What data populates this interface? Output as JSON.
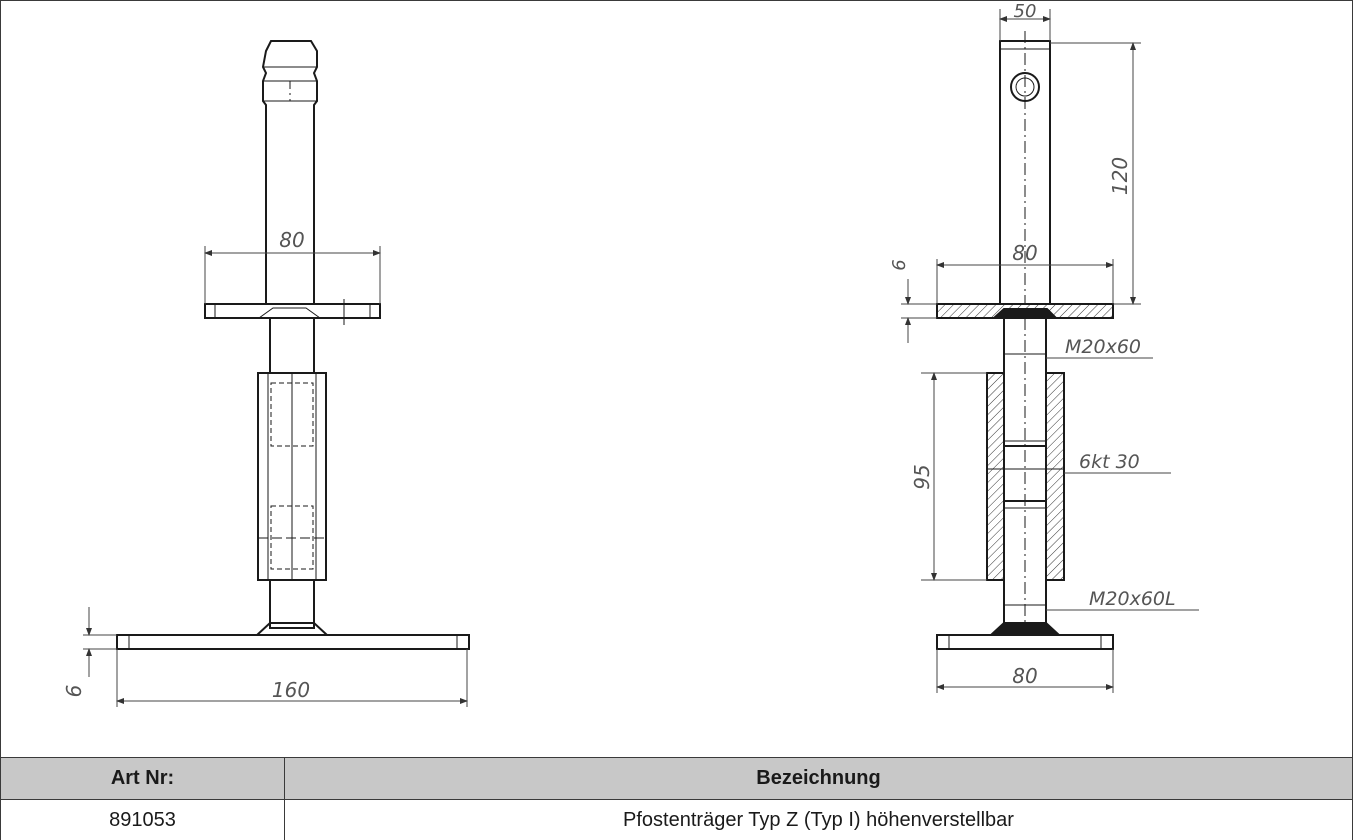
{
  "drawing": {
    "front_view": {
      "dim_plate_top": "80",
      "dim_base_width": "160",
      "dim_base_thickness": "6"
    },
    "side_view": {
      "dim_top_width": "50",
      "dim_height": "120",
      "dim_plate_top": "80",
      "dim_plate_thickness": "6",
      "label_bolt_top": "M20x60",
      "label_hex": "6kt 30",
      "dim_nut_height": "95",
      "label_bolt_bottom": "M20x60L",
      "dim_base_width": "80"
    }
  },
  "table": {
    "headers": {
      "art_nr": "Art Nr:",
      "bezeichnung": "Bezeichnung"
    },
    "row": {
      "art_nr": "891053",
      "bezeichnung": "Pfostenträger Typ Z (Typ I) höhenverstellbar"
    }
  },
  "colors": {
    "line": "#1a1a1a",
    "dim": "#555555",
    "header_bg": "#c8c8c8"
  }
}
